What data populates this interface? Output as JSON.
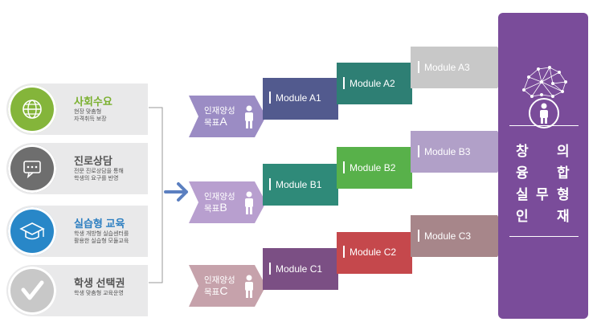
{
  "cards": [
    {
      "title": "사회수요",
      "title_color": "#7ab02f",
      "sub1": "현장 맞춤형",
      "sub2": "자격취득 보장",
      "circle": "#84b53a",
      "icon": "globe-icon"
    },
    {
      "title": "진로상담",
      "title_color": "#555555",
      "sub1": "전문 진로상담을 통해",
      "sub2": "학생의 요구를 반영",
      "circle": "#6e6e6e",
      "icon": "chat-bubble-icon"
    },
    {
      "title": "실습형 교육",
      "title_color": "#2d7fc1",
      "sub1": "학생 개방형 실습센터를",
      "sub2": "활용한 실습형 모듈교육",
      "circle": "#2887c8",
      "icon": "graduation-cap-icon"
    },
    {
      "title": "학생 선택권",
      "title_color": "#555555",
      "sub1": "학생 맞춤형 교육운영",
      "sub2": "",
      "circle": "#c8c8c8",
      "icon": "checkmark-icon"
    }
  ],
  "goals": [
    {
      "line1": "인재양성",
      "line2": "목표",
      "letter": "A"
    },
    {
      "line1": "인재양성",
      "line2": "목표",
      "letter": "B"
    },
    {
      "line1": "인재양성",
      "line2": "목표",
      "letter": "C"
    }
  ],
  "modules": {
    "A": [
      "Module A1",
      "Module A2",
      "Module A3"
    ],
    "B": [
      "Module B1",
      "Module B2",
      "Module B3"
    ],
    "C": [
      "Module C1",
      "Module C2",
      "Module C3"
    ]
  },
  "colors": {
    "goal": [
      "#9b8cc4",
      "#b89fcf",
      "#c6a2ab"
    ],
    "A": [
      "#525a8e",
      "#2e7f74",
      "#c8c8c8"
    ],
    "B": [
      "#2f8a79",
      "#58b14a",
      "#b1a0c8"
    ],
    "C": [
      "#7b4f84",
      "#c5484c",
      "#a7868a"
    ],
    "side_panel": "#7a4c9a"
  },
  "side_panel": {
    "chars": [
      "창",
      "의",
      "융",
      "합",
      "실",
      "무",
      "형",
      "인",
      "재"
    ]
  }
}
